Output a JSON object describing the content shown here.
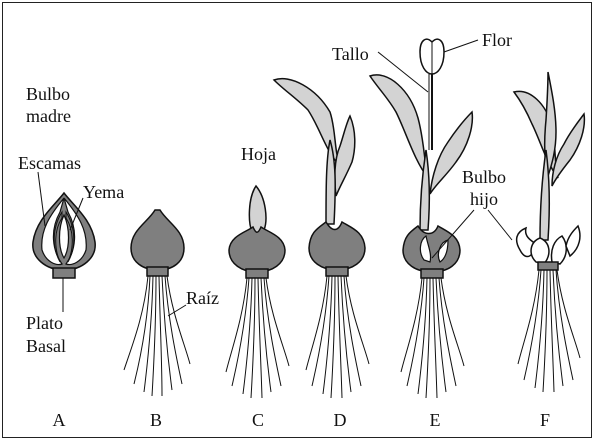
{
  "labels": {
    "bulbo_madre_line1": "Bulbo",
    "bulbo_madre_line2": "madre",
    "escamas": "Escamas",
    "yema": "Yema",
    "plato_line1": "Plato",
    "plato_line2": "Basal",
    "raiz": "Raíz",
    "hoja": "Hoja",
    "tallo": "Tallo",
    "flor": "Flor",
    "bulbo_hijo_line1": "Bulbo",
    "bulbo_hijo_line2": "hijo"
  },
  "stages": [
    "A",
    "B",
    "C",
    "D",
    "E",
    "F"
  ],
  "colors": {
    "bulb_fill": "#7f7f7f",
    "leaf_fill": "#d3d3d3",
    "line": "#111111",
    "daughter_bulb_fill": "#ffffff"
  }
}
